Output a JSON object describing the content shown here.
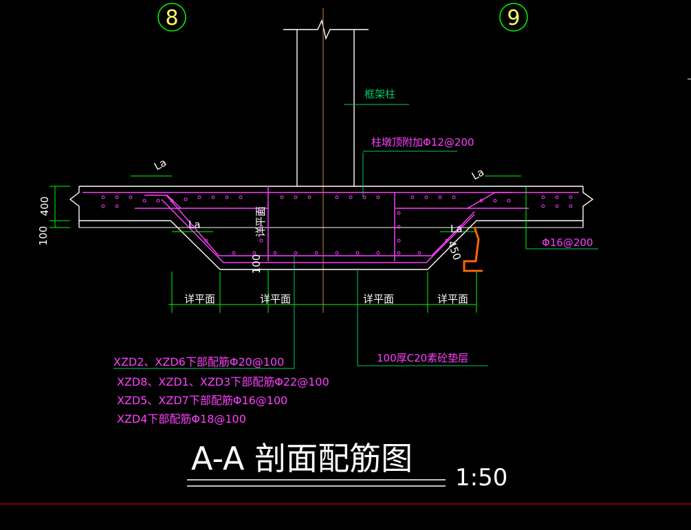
{
  "axes": {
    "left": "8",
    "right": "9"
  },
  "labels": {
    "column": "框架柱",
    "column_top_rebar": "柱墩顶附加Φ12@200",
    "top_rebar": "Φ16@200",
    "anchor": "La",
    "see_plan": "详平面",
    "cushion": "100厚C20素砼垫层",
    "dim_400": "400",
    "dim_100_left": "100",
    "dim_100_mid": "100",
    "dim_450": "450"
  },
  "notes": [
    "XZD2、XZD6下部配筋Φ20@100",
    "XZD8、XZD1、XZD3下部配筋Φ22@100",
    "XZD5、XZD7下部配筋Φ16@100",
    "XZD4下部配筋Φ18@100"
  ],
  "title": {
    "main": "A-A 剖面配筋图",
    "scale": "1:50"
  },
  "colors": {
    "background": "#000000",
    "line": "#ffffff",
    "rebar": "#ff40ff",
    "dimension": "#00ff00",
    "leader": "#00cc66",
    "axis_circle": "#00ff00",
    "markup": "#ff6600",
    "border": "#ff0000"
  }
}
